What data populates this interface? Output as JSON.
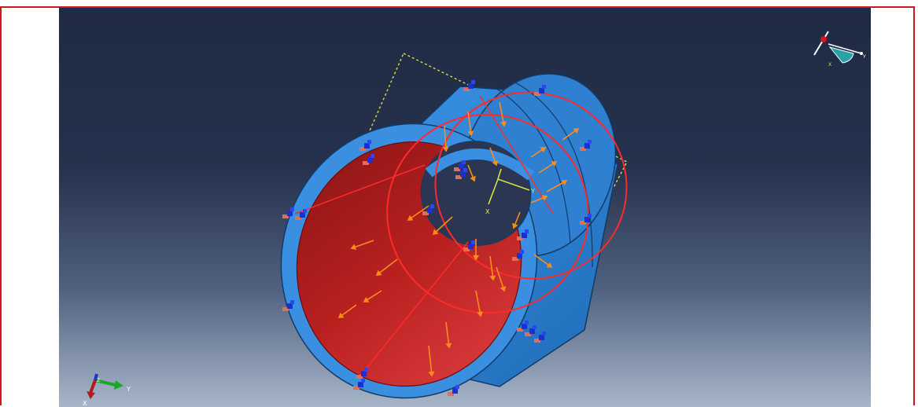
{
  "viewport": {
    "background_top": "#1f2a44",
    "background_bottom": "#a8b6c9"
  },
  "colors": {
    "frame_border": "#d01818",
    "cylinder_outer": "#3a8fe0",
    "cylinder_outline": "#123a66",
    "cavity_red": "#c22626",
    "load_arrow": "#ff8c1a",
    "datum_plane": "#d8e040",
    "bc_marker": "#1c2fd0"
  },
  "triad": {
    "x_label": "X",
    "y_label": "Y",
    "z_label": "Z"
  },
  "local_csys": {
    "x_label": "X",
    "y_label": "Y"
  },
  "view_cube": {
    "x_label": "X",
    "y_label": "Y"
  }
}
